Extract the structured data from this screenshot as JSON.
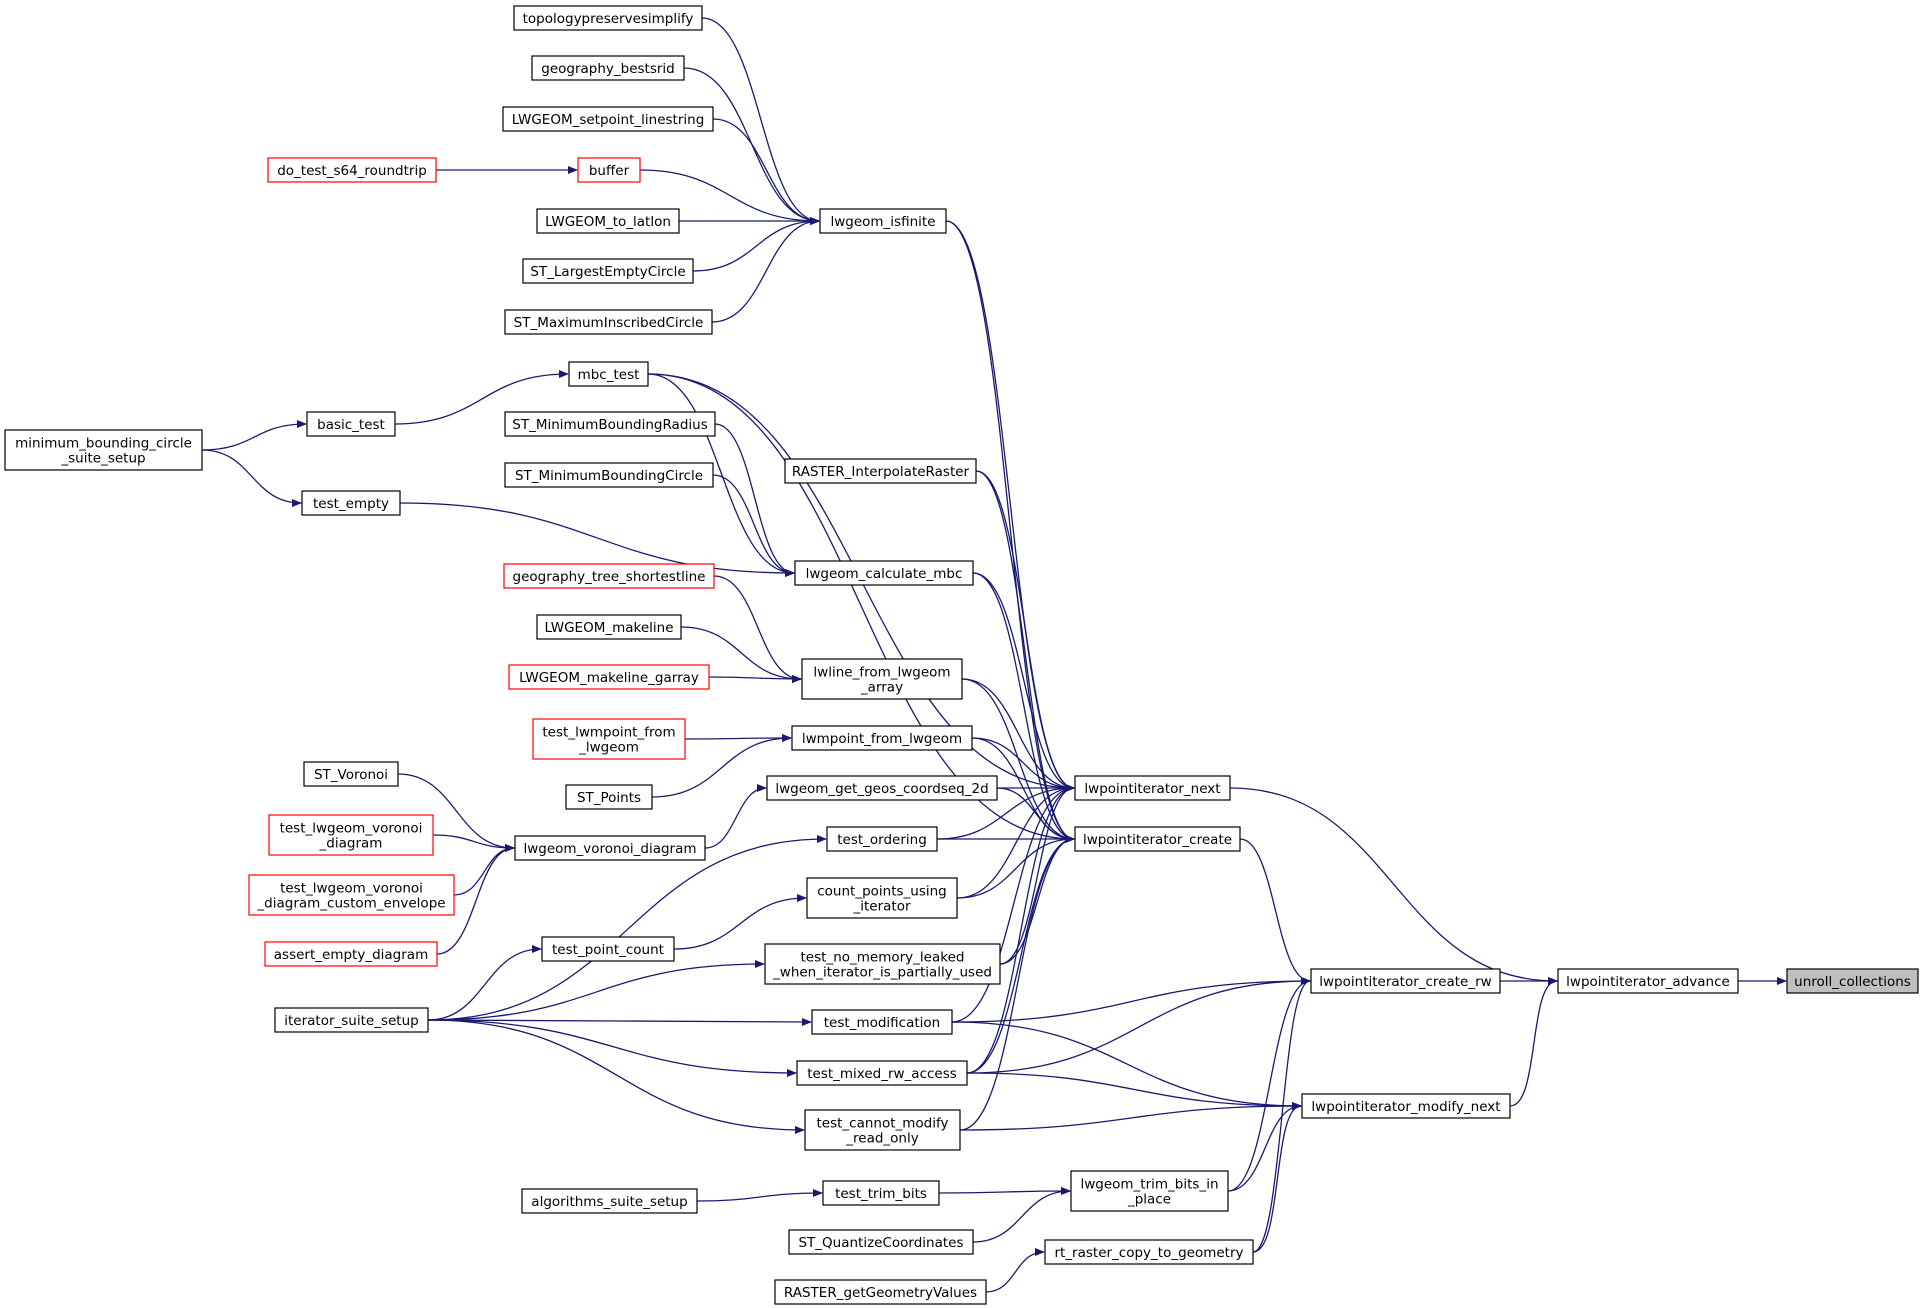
{
  "graph": {
    "colors": {
      "edge": "#191970",
      "node_border": "#000000",
      "link_border": "#ff0000",
      "focus_fill": "#bfbfbf",
      "node_fill": "#ffffff"
    },
    "nodes": [
      {
        "id": "topologypreservesimplify",
        "lines": [
          "topologypreservesimplify"
        ],
        "style": "normal"
      },
      {
        "id": "geography_bestsrid",
        "lines": [
          "geography_bestsrid"
        ],
        "style": "normal"
      },
      {
        "id": "LWGEOM_setpoint_linestring",
        "lines": [
          "LWGEOM_setpoint_linestring"
        ],
        "style": "normal"
      },
      {
        "id": "do_test_s64_roundtrip",
        "lines": [
          "do_test_s64_roundtrip"
        ],
        "style": "link"
      },
      {
        "id": "buffer",
        "lines": [
          "buffer"
        ],
        "style": "link"
      },
      {
        "id": "LWGEOM_to_latlon",
        "lines": [
          "LWGEOM_to_latlon"
        ],
        "style": "normal"
      },
      {
        "id": "lwgeom_isfinite",
        "lines": [
          "lwgeom_isfinite"
        ],
        "style": "normal"
      },
      {
        "id": "ST_LargestEmptyCircle",
        "lines": [
          "ST_LargestEmptyCircle"
        ],
        "style": "normal"
      },
      {
        "id": "ST_MaximumInscribedCircle",
        "lines": [
          "ST_MaximumInscribedCircle"
        ],
        "style": "normal"
      },
      {
        "id": "mbc_test",
        "lines": [
          "mbc_test"
        ],
        "style": "normal"
      },
      {
        "id": "basic_test",
        "lines": [
          "basic_test"
        ],
        "style": "normal"
      },
      {
        "id": "minimum_bounding_circle_suite_setup",
        "lines": [
          "minimum_bounding_circle",
          "_suite_setup"
        ],
        "style": "normal"
      },
      {
        "id": "ST_MinimumBoundingRadius",
        "lines": [
          "ST_MinimumBoundingRadius"
        ],
        "style": "normal"
      },
      {
        "id": "ST_MinimumBoundingCircle",
        "lines": [
          "ST_MinimumBoundingCircle"
        ],
        "style": "normal"
      },
      {
        "id": "RASTER_InterpolateRaster",
        "lines": [
          "RASTER_InterpolateRaster"
        ],
        "style": "normal"
      },
      {
        "id": "test_empty",
        "lines": [
          "test_empty"
        ],
        "style": "normal"
      },
      {
        "id": "lwgeom_calculate_mbc",
        "lines": [
          "lwgeom_calculate_mbc"
        ],
        "style": "normal"
      },
      {
        "id": "geography_tree_shortestline",
        "lines": [
          "geography_tree_shortestline"
        ],
        "style": "link"
      },
      {
        "id": "LWGEOM_makeline",
        "lines": [
          "LWGEOM_makeline"
        ],
        "style": "normal"
      },
      {
        "id": "LWGEOM_makeline_garray",
        "lines": [
          "LWGEOM_makeline_garray"
        ],
        "style": "link"
      },
      {
        "id": "lwline_from_lwgeom_array",
        "lines": [
          "lwline_from_lwgeom",
          "_array"
        ],
        "style": "normal"
      },
      {
        "id": "test_lwmpoint_from_lwgeom",
        "lines": [
          "test_lwmpoint_from",
          "_lwgeom"
        ],
        "style": "link"
      },
      {
        "id": "lwmpoint_from_lwgeom",
        "lines": [
          "lwmpoint_from_lwgeom"
        ],
        "style": "normal"
      },
      {
        "id": "ST_Points",
        "lines": [
          "ST_Points"
        ],
        "style": "normal"
      },
      {
        "id": "ST_Voronoi",
        "lines": [
          "ST_Voronoi"
        ],
        "style": "normal"
      },
      {
        "id": "lwgeom_get_geos_coordseq_2d",
        "lines": [
          "lwgeom_get_geos_coordseq_2d"
        ],
        "style": "normal"
      },
      {
        "id": "lwpointiterator_next",
        "lines": [
          "lwpointiterator_next"
        ],
        "style": "normal"
      },
      {
        "id": "test_lwgeom_voronoi_diagram",
        "lines": [
          "test_lwgeom_voronoi",
          "_diagram"
        ],
        "style": "link"
      },
      {
        "id": "lwgeom_voronoi_diagram",
        "lines": [
          "lwgeom_voronoi_diagram"
        ],
        "style": "normal"
      },
      {
        "id": "test_ordering",
        "lines": [
          "test_ordering"
        ],
        "style": "normal"
      },
      {
        "id": "lwpointiterator_create",
        "lines": [
          "lwpointiterator_create"
        ],
        "style": "normal"
      },
      {
        "id": "test_lwgeom_voronoi_diagram_custom_envelope",
        "lines": [
          "test_lwgeom_voronoi",
          "_diagram_custom_envelope"
        ],
        "style": "link"
      },
      {
        "id": "count_points_using_iterator",
        "lines": [
          "count_points_using",
          "_iterator"
        ],
        "style": "normal"
      },
      {
        "id": "assert_empty_diagram",
        "lines": [
          "assert_empty_diagram"
        ],
        "style": "link"
      },
      {
        "id": "test_point_count",
        "lines": [
          "test_point_count"
        ],
        "style": "normal"
      },
      {
        "id": "test_no_memory_leaked_when_iterator_is_partially_used",
        "lines": [
          "test_no_memory_leaked",
          "_when_iterator_is_partially_used"
        ],
        "style": "normal"
      },
      {
        "id": "lwpointiterator_create_rw",
        "lines": [
          "lwpointiterator_create_rw"
        ],
        "style": "normal"
      },
      {
        "id": "lwpointiterator_advance",
        "lines": [
          "lwpointiterator_advance"
        ],
        "style": "normal"
      },
      {
        "id": "unroll_collections",
        "lines": [
          "unroll_collections"
        ],
        "style": "focus"
      },
      {
        "id": "iterator_suite_setup",
        "lines": [
          "iterator_suite_setup"
        ],
        "style": "normal"
      },
      {
        "id": "test_modification",
        "lines": [
          "test_modification"
        ],
        "style": "normal"
      },
      {
        "id": "test_mixed_rw_access",
        "lines": [
          "test_mixed_rw_access"
        ],
        "style": "normal"
      },
      {
        "id": "lwpointiterator_modify_next",
        "lines": [
          "lwpointiterator_modify_next"
        ],
        "style": "normal"
      },
      {
        "id": "test_cannot_modify_read_only",
        "lines": [
          "test_cannot_modify",
          "_read_only"
        ],
        "style": "normal"
      },
      {
        "id": "algorithms_suite_setup",
        "lines": [
          "algorithms_suite_setup"
        ],
        "style": "normal"
      },
      {
        "id": "test_trim_bits",
        "lines": [
          "test_trim_bits"
        ],
        "style": "normal"
      },
      {
        "id": "lwgeom_trim_bits_in_place",
        "lines": [
          "lwgeom_trim_bits_in",
          "_place"
        ],
        "style": "normal"
      },
      {
        "id": "ST_QuantizeCoordinates",
        "lines": [
          "ST_QuantizeCoordinates"
        ],
        "style": "normal"
      },
      {
        "id": "rt_raster_copy_to_geometry",
        "lines": [
          "rt_raster_copy_to_geometry"
        ],
        "style": "normal"
      },
      {
        "id": "RASTER_getGeometryValues",
        "lines": [
          "RASTER_getGeometryValues"
        ],
        "style": "normal"
      }
    ],
    "edges": [
      [
        "topologypreservesimplify",
        "lwgeom_isfinite"
      ],
      [
        "geography_bestsrid",
        "lwgeom_isfinite"
      ],
      [
        "LWGEOM_setpoint_linestring",
        "lwgeom_isfinite"
      ],
      [
        "do_test_s64_roundtrip",
        "buffer"
      ],
      [
        "buffer",
        "lwgeom_isfinite"
      ],
      [
        "LWGEOM_to_latlon",
        "lwgeom_isfinite"
      ],
      [
        "ST_LargestEmptyCircle",
        "lwgeom_isfinite"
      ],
      [
        "ST_MaximumInscribedCircle",
        "lwgeom_isfinite"
      ],
      [
        "lwgeom_isfinite",
        "lwpointiterator_next"
      ],
      [
        "lwgeom_isfinite",
        "lwpointiterator_create"
      ],
      [
        "minimum_bounding_circle_suite_setup",
        "basic_test"
      ],
      [
        "minimum_bounding_circle_suite_setup",
        "test_empty"
      ],
      [
        "basic_test",
        "mbc_test"
      ],
      [
        "mbc_test",
        "lwgeom_calculate_mbc"
      ],
      [
        "mbc_test",
        "lwpointiterator_next"
      ],
      [
        "mbc_test",
        "lwpointiterator_create"
      ],
      [
        "ST_MinimumBoundingRadius",
        "lwgeom_calculate_mbc"
      ],
      [
        "ST_MinimumBoundingCircle",
        "lwgeom_calculate_mbc"
      ],
      [
        "test_empty",
        "lwgeom_calculate_mbc"
      ],
      [
        "RASTER_InterpolateRaster",
        "lwpointiterator_next"
      ],
      [
        "RASTER_InterpolateRaster",
        "lwpointiterator_create"
      ],
      [
        "lwgeom_calculate_mbc",
        "lwpointiterator_next"
      ],
      [
        "lwgeom_calculate_mbc",
        "lwpointiterator_create"
      ],
      [
        "geography_tree_shortestline",
        "lwline_from_lwgeom_array"
      ],
      [
        "LWGEOM_makeline",
        "lwline_from_lwgeom_array"
      ],
      [
        "LWGEOM_makeline_garray",
        "lwline_from_lwgeom_array"
      ],
      [
        "lwline_from_lwgeom_array",
        "lwpointiterator_next"
      ],
      [
        "lwline_from_lwgeom_array",
        "lwpointiterator_create"
      ],
      [
        "test_lwmpoint_from_lwgeom",
        "lwmpoint_from_lwgeom"
      ],
      [
        "ST_Points",
        "lwmpoint_from_lwgeom"
      ],
      [
        "lwmpoint_from_lwgeom",
        "lwpointiterator_next"
      ],
      [
        "lwmpoint_from_lwgeom",
        "lwpointiterator_create"
      ],
      [
        "ST_Voronoi",
        "lwgeom_voronoi_diagram"
      ],
      [
        "test_lwgeom_voronoi_diagram",
        "lwgeom_voronoi_diagram"
      ],
      [
        "test_lwgeom_voronoi_diagram_custom_envelope",
        "lwgeom_voronoi_diagram"
      ],
      [
        "assert_empty_diagram",
        "lwgeom_voronoi_diagram"
      ],
      [
        "lwgeom_voronoi_diagram",
        "lwgeom_get_geos_coordseq_2d"
      ],
      [
        "lwgeom_get_geos_coordseq_2d",
        "lwpointiterator_next"
      ],
      [
        "lwgeom_get_geos_coordseq_2d",
        "lwpointiterator_create"
      ],
      [
        "iterator_suite_setup",
        "test_ordering"
      ],
      [
        "iterator_suite_setup",
        "test_point_count"
      ],
      [
        "iterator_suite_setup",
        "test_no_memory_leaked_when_iterator_is_partially_used"
      ],
      [
        "iterator_suite_setup",
        "test_modification"
      ],
      [
        "iterator_suite_setup",
        "test_mixed_rw_access"
      ],
      [
        "iterator_suite_setup",
        "test_cannot_modify_read_only"
      ],
      [
        "test_point_count",
        "count_points_using_iterator"
      ],
      [
        "test_ordering",
        "lwpointiterator_next"
      ],
      [
        "test_ordering",
        "lwpointiterator_create"
      ],
      [
        "count_points_using_iterator",
        "lwpointiterator_next"
      ],
      [
        "count_points_using_iterator",
        "lwpointiterator_create"
      ],
      [
        "test_no_memory_leaked_when_iterator_is_partially_used",
        "lwpointiterator_next"
      ],
      [
        "test_no_memory_leaked_when_iterator_is_partially_used",
        "lwpointiterator_create"
      ],
      [
        "test_modification",
        "lwpointiterator_next"
      ],
      [
        "test_modification",
        "lwpointiterator_create_rw"
      ],
      [
        "test_modification",
        "lwpointiterator_modify_next"
      ],
      [
        "test_mixed_rw_access",
        "lwpointiterator_next"
      ],
      [
        "test_mixed_rw_access",
        "lwpointiterator_create"
      ],
      [
        "test_mixed_rw_access",
        "lwpointiterator_create_rw"
      ],
      [
        "test_mixed_rw_access",
        "lwpointiterator_modify_next"
      ],
      [
        "test_cannot_modify_read_only",
        "lwpointiterator_create"
      ],
      [
        "test_cannot_modify_read_only",
        "lwpointiterator_modify_next"
      ],
      [
        "algorithms_suite_setup",
        "test_trim_bits"
      ],
      [
        "test_trim_bits",
        "lwgeom_trim_bits_in_place"
      ],
      [
        "ST_QuantizeCoordinates",
        "lwgeom_trim_bits_in_place"
      ],
      [
        "RASTER_getGeometryValues",
        "rt_raster_copy_to_geometry"
      ],
      [
        "lwgeom_trim_bits_in_place",
        "lwpointiterator_create_rw"
      ],
      [
        "lwgeom_trim_bits_in_place",
        "lwpointiterator_modify_next"
      ],
      [
        "rt_raster_copy_to_geometry",
        "lwpointiterator_create_rw"
      ],
      [
        "rt_raster_copy_to_geometry",
        "lwpointiterator_modify_next"
      ],
      [
        "lwpointiterator_next",
        "lwpointiterator_advance"
      ],
      [
        "lwpointiterator_create",
        "lwpointiterator_create_rw"
      ],
      [
        "lwpointiterator_create_rw",
        "lwpointiterator_advance"
      ],
      [
        "lwpointiterator_modify_next",
        "lwpointiterator_advance"
      ],
      [
        "lwpointiterator_advance",
        "unroll_collections"
      ]
    ]
  }
}
